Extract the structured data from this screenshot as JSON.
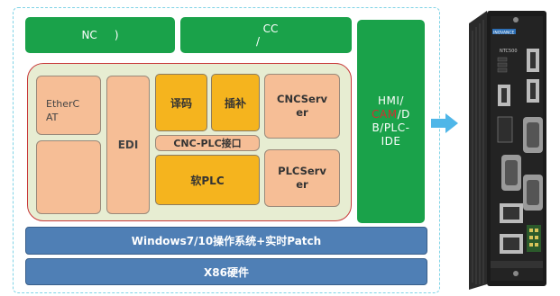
{
  "top": {
    "nc": "NC     )",
    "cc_line1": "CC",
    "cc_line2": "/"
  },
  "hmi": {
    "line1": "HMI/",
    "cam": "CAM",
    "line2_rest": "/D",
    "line3": "B/PLC-",
    "line4": "IDE"
  },
  "blocks": {
    "ethercat": "EtherC\nAT",
    "edi": "EDI",
    "decode": "译码",
    "interp": "插补",
    "cncserver": "CNCServ\ner",
    "cnc_plc_if": "CNC-PLC接口",
    "soft_plc": "软PLC",
    "plcserver": "PLCServ\ner"
  },
  "bars": {
    "os": "Windows7/10操作系统+实时Patch",
    "hw": "X86硬件"
  },
  "device": {
    "brand": "INOVANCE",
    "model": "NTC500"
  },
  "colors": {
    "green": "#1aa24a",
    "peach": "#f6be96",
    "gold": "#f5b41e",
    "blue": "#4f7fb5",
    "arrow": "#4fb6e8",
    "cam": "#d03030"
  }
}
